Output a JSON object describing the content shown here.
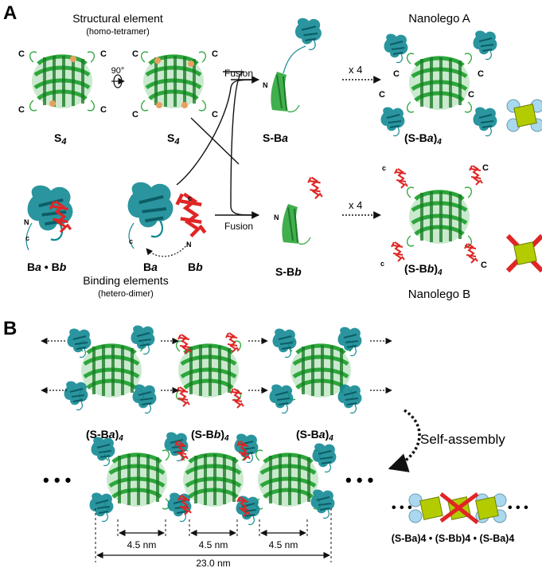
{
  "panel_a": {
    "letter": "A",
    "structural_title": "Structural element",
    "structural_sub": "(homo-tetramer)",
    "rotation": "90°",
    "s4_main": "S",
    "s4_sub": "4",
    "c_label": "C",
    "c_small": "c",
    "n_label": "N",
    "n_small": "n",
    "fusion": "Fusion",
    "x4": "x 4",
    "s_ba_main": "S-B",
    "s_ba_ital": "a",
    "s_bb_main": "S-B",
    "s_bb_ital": "b",
    "nanolego_a": "Nanolego A",
    "nanolego_b": "Nanolego B",
    "sba4_open": "(S-B",
    "sba4_ital": "a",
    "sba4_close": ")",
    "sub4": "4",
    "sbb4_open": "(S-B",
    "sbb4_ital": "b",
    "sbb4_close": ")",
    "ba_bb_pre": "B",
    "ba_ital": "a",
    "bullet": " • ",
    "bb_pre": "B",
    "bb_ital": "b",
    "binding_title": "Binding elements",
    "binding_sub": "(hetero-dimer)"
  },
  "panel_b": {
    "letter": "B",
    "self_assembly": "Self-assembly",
    "ellipsis": "• • •",
    "small_ellipsis": "• • •",
    "dim_4_5": "4.5 nm",
    "dim_23": "23.0 nm",
    "bottom_label": "(S-Ba)4 • (S-Bb)4 • (S-Ba)4"
  },
  "colors": {
    "green": "#2ca63a",
    "dark_green": "#1c7a28",
    "teal": "#138a94",
    "red": "#e02525",
    "lime": "#b2cc00",
    "light_blue": "#a9d8ef",
    "orange_ball": "#e8a060"
  }
}
